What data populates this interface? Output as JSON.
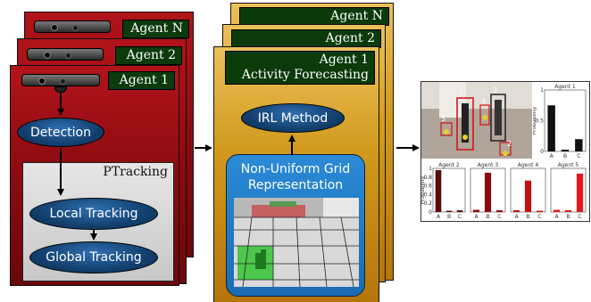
{
  "stage1": {
    "agents": [
      "Agent N",
      "Agent 2",
      "Agent 1"
    ],
    "detection": "Detection",
    "ptracking": "PTracking",
    "local_tracking": "Local Tracking",
    "global_tracking": "Global Tracking"
  },
  "stage2": {
    "agents": [
      "Agent N",
      "Agent 2"
    ],
    "front_agent": "Agent 1",
    "front_subtitle": "Activity Forecasting",
    "irl": "IRL Method",
    "grid_line1": "Non-Uniform Grid",
    "grid_line2": "Representation"
  },
  "stage3": {
    "person_labels": [
      "5",
      "1",
      "4",
      "2",
      "3"
    ],
    "chart_data": [
      {
        "type": "bar",
        "title": "Agent 1",
        "ylabel": "Probability",
        "categories": [
          "A",
          "B",
          "C"
        ],
        "values": [
          0.75,
          0.03,
          0.2
        ],
        "ylim": [
          0,
          1
        ],
        "yticks": [
          "0",
          "0.5",
          "1"
        ],
        "color": "#111111"
      },
      {
        "type": "bar",
        "title": "Agent 2",
        "ylabel": "Probability",
        "categories": [
          "A",
          "B",
          "C"
        ],
        "values": [
          0.96,
          0.03,
          0.04
        ],
        "ylim": [
          0,
          1
        ],
        "yticks": [
          "0",
          "0.2",
          "0.4",
          "0.6",
          "0.8",
          "1"
        ],
        "color": "#5a0a0a"
      },
      {
        "type": "bar",
        "title": "Agent 3",
        "categories": [
          "A",
          "B",
          "C"
        ],
        "values": [
          0.05,
          0.9,
          0.04
        ],
        "ylim": [
          0,
          1
        ],
        "color": "#8b0a0a"
      },
      {
        "type": "bar",
        "title": "Agent 4",
        "categories": [
          "A",
          "B",
          "C"
        ],
        "values": [
          0.04,
          0.72,
          0.03
        ],
        "ylim": [
          0,
          1
        ],
        "color": "#c41010"
      },
      {
        "type": "bar",
        "title": "Agent 5",
        "categories": [
          "A",
          "B",
          "C"
        ],
        "values": [
          0.05,
          0.04,
          0.88
        ],
        "ylim": [
          0,
          1
        ],
        "color": "#e81818"
      }
    ]
  }
}
